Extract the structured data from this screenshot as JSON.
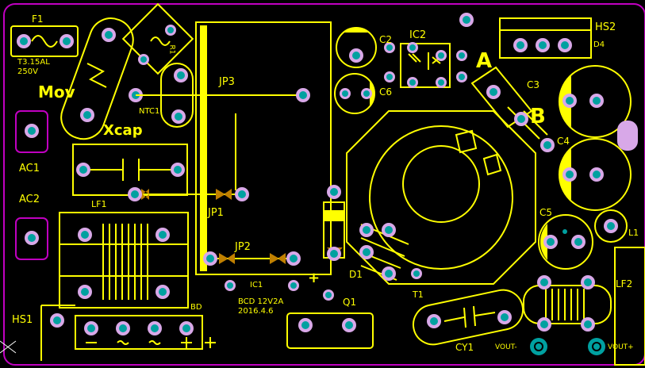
{
  "colors": {
    "background": "#000000",
    "silkscreen": "#ffff00",
    "board_outline": "#c000c0",
    "pad_ring": "#d8a8e8",
    "pad_center": "#00a0a0",
    "copper_orange": "#c08000"
  },
  "labels": {
    "fuse": "F1",
    "fuse_rating": "T3.15AL",
    "fuse_voltage": "250V",
    "mov": "Mov",
    "ntc": "NTC1",
    "xcap": "Xcap",
    "ac1": "AC1",
    "ac2": "AC2",
    "lf1": "LF1",
    "hs1": "HS1",
    "hs2": "HS2",
    "d4": "D4",
    "c2": "C2",
    "c3": "C3",
    "c4": "C4",
    "c5": "C5",
    "c6": "C6",
    "ic2": "IC2",
    "jp1": "JP1",
    "jp2": "JP2",
    "jp3": "JP3",
    "d1": "D1",
    "q1": "Q1",
    "t1": "T1",
    "lf2": "LF2",
    "cy1": "CY1",
    "vout_neg": "VOUT-",
    "vout_pos": "VOUT+",
    "marker_a": "A",
    "marker_b": "B",
    "plus": "+",
    "product": "BCD 12V2A",
    "date": "2016.4.6",
    "bd": "BD",
    "r1": "R1",
    "ic1": "IC1",
    "l1": "L1"
  }
}
